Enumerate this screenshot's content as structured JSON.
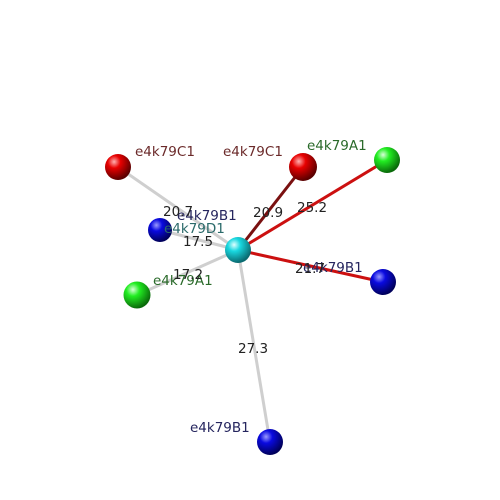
{
  "colors": {
    "center": "#19d8e0",
    "red": "#e80000",
    "green": "#22ee22",
    "blue": "#0a0ae0",
    "label_c1": "#6b2a2a",
    "label_a1": "#2a6a2a",
    "label_b1": "#25255e",
    "label_d1": "#2a6a6a",
    "bond_gray": "#cfcfcf",
    "bond_red": "#cc1010",
    "bond_darkred": "#7a1010"
  },
  "center": {
    "label": "e4k79D1",
    "element": "center"
  },
  "atoms": [
    {
      "id": "c1_left",
      "label": "e4k79C1",
      "element": "red"
    },
    {
      "id": "c1_right",
      "label": "e4k79C1",
      "element": "red"
    },
    {
      "id": "a1_right",
      "label": "e4k79A1",
      "element": "green"
    },
    {
      "id": "b1_near",
      "label": "e4k79B1",
      "element": "blue"
    },
    {
      "id": "a1_left",
      "label": "e4k79A1",
      "element": "green"
    },
    {
      "id": "b1_right",
      "label": "e4k79B1",
      "element": "blue"
    },
    {
      "id": "b1_bottom",
      "label": "e4k79B1",
      "element": "blue"
    }
  ],
  "distances": [
    {
      "to": "c1_left",
      "value": "20.7"
    },
    {
      "to": "c1_right",
      "value": "20.9"
    },
    {
      "to": "a1_right",
      "value": "25.2"
    },
    {
      "to": "b1_near",
      "value": "17.5"
    },
    {
      "to": "a1_left",
      "value": "17.2"
    },
    {
      "to": "b1_right",
      "value": "21.7"
    },
    {
      "to": "b1_bottom",
      "value": "27.3"
    }
  ]
}
